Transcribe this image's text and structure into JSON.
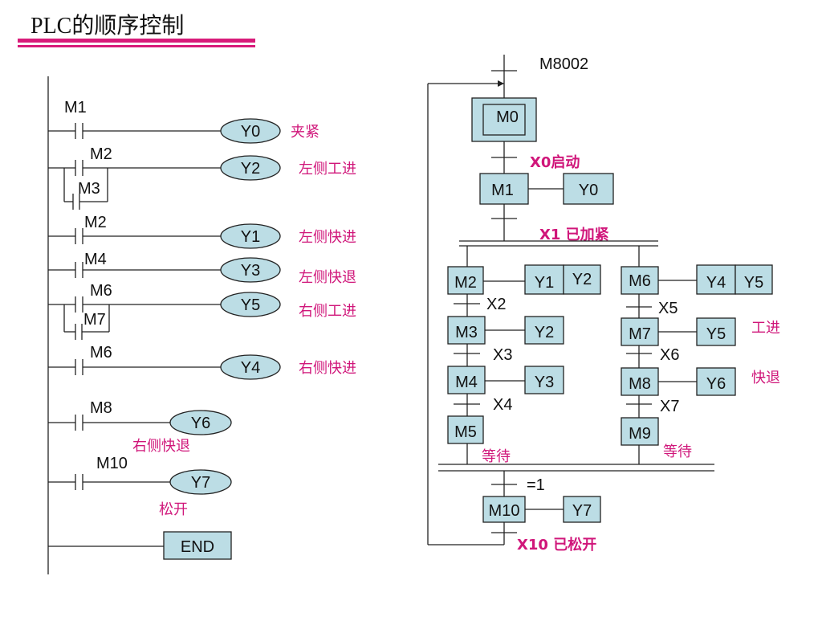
{
  "title": "PLC的顺序控制",
  "ladder": {
    "rungs": [
      {
        "contact": "M1",
        "coil": "Y0",
        "note": "夹紧"
      },
      {
        "contact": "M2",
        "parallel": "M3",
        "coil": "Y2",
        "note": "左侧工进"
      },
      {
        "contact": "M2",
        "coil": "Y1",
        "note": "左侧快进"
      },
      {
        "contact": "M4",
        "coil": "Y3",
        "note": "左侧快退"
      },
      {
        "contact": "M6",
        "parallel": "M7",
        "coil": "Y5",
        "note": "右侧工进"
      },
      {
        "contact": "M6",
        "coil": "Y4",
        "note": "右侧快进"
      },
      {
        "contact": "M8",
        "coil": "Y6",
        "note": "右侧快退"
      },
      {
        "contact": "M10",
        "coil": "Y7",
        "note": "松开"
      }
    ],
    "end": "END"
  },
  "sfc": {
    "initial_condition": "M8002",
    "initial_step": "M0",
    "t0": "X0启动",
    "step1": {
      "step": "M1",
      "action": "Y0"
    },
    "t1": "X1 已加紧",
    "left_branch": [
      {
        "step": "M2",
        "actions": [
          "Y1",
          "Y2"
        ]
      },
      {
        "transition": "X2"
      },
      {
        "step": "M3",
        "actions": [
          "Y2"
        ]
      },
      {
        "transition": "X3"
      },
      {
        "step": "M4",
        "actions": [
          "Y3"
        ]
      },
      {
        "transition": "X4"
      },
      {
        "step": "M5",
        "wait": "等待"
      }
    ],
    "right_branch": [
      {
        "step": "M6",
        "actions": [
          "Y4",
          "Y5"
        ]
      },
      {
        "transition": "X5"
      },
      {
        "step": "M7",
        "actions": [
          "Y5"
        ],
        "note": "工进"
      },
      {
        "transition": "X6"
      },
      {
        "step": "M8",
        "actions": [
          "Y6"
        ],
        "note": "快退"
      },
      {
        "transition": "X7"
      },
      {
        "step": "M9",
        "wait": "等待"
      }
    ],
    "merge_condition": "=1",
    "final_step": {
      "step": "M10",
      "action": "Y7"
    },
    "t_final": "X10 已松开"
  }
}
